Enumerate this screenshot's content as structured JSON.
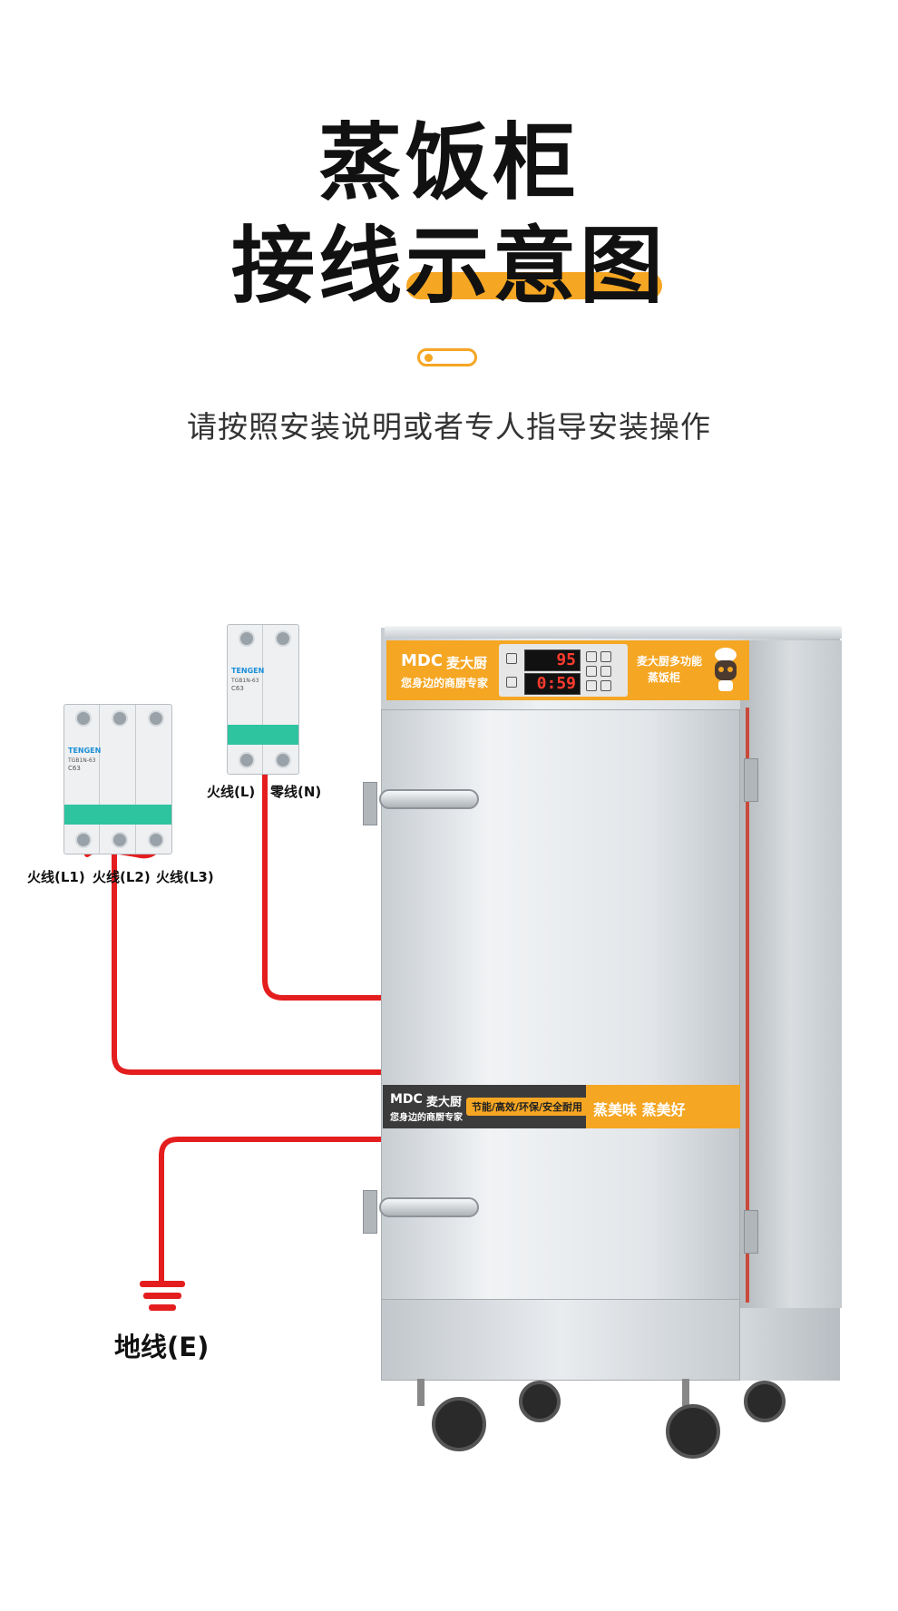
{
  "header": {
    "title_line1": "蒸饭柜",
    "title_line2": "接线示意图",
    "subtitle": "请按照安装说明或者专人指导安装操作"
  },
  "breaker_3p": {
    "brand": "TENGEN",
    "model": "TGB1N-63",
    "rating": "C63",
    "labels": [
      "火线(L1)",
      "火线(L2)",
      "火线(L3)"
    ]
  },
  "breaker_2p": {
    "brand": "TENGEN",
    "model": "TGB1N-63",
    "rating": "C63",
    "labels": [
      "火线(L)",
      "零线(N)"
    ]
  },
  "ground": {
    "label": "地线(E)"
  },
  "cabinet": {
    "panel": {
      "logo": "MDC",
      "brand_name": "麦大厨",
      "slogan": "您身边的商厨专家",
      "temp_display": "95",
      "time_display": "0:59",
      "product_line1": "麦大厨多功能",
      "product_line2": "蒸饭柜"
    },
    "label_band": {
      "logo": "MDC",
      "brand_name": "麦大厨",
      "slogan": "您身边的商厨专家",
      "features": "节能/高效/环保/安全耐用",
      "tagline": "蒸美味  蒸美好"
    }
  },
  "colors": {
    "accent": "#f5a623",
    "wire": "#e41e1e",
    "breaker_green": "#2ec4a0"
  }
}
